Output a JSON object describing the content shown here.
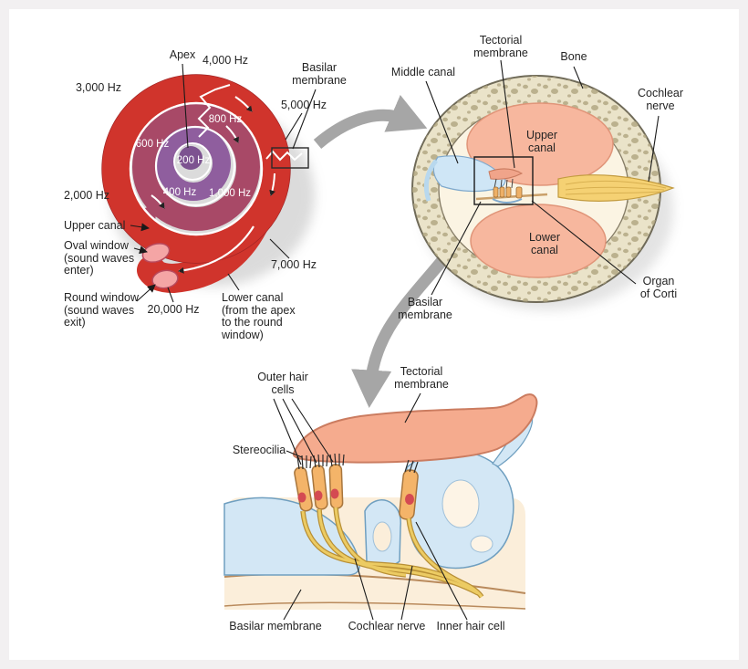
{
  "figure": {
    "title_hidden": "",
    "background": "#ffffff"
  },
  "spiral": {
    "apex": "Apex",
    "hz_4000": "4,000 Hz",
    "hz_3000": "3,000 Hz",
    "hz_2000": "2,000 Hz",
    "hz_5000": "5,000 Hz",
    "hz_7000": "7,000 Hz",
    "hz_20000": "20,000 Hz",
    "hz_800": "800 Hz",
    "hz_600": "600 Hz",
    "hz_200": "200 Hz",
    "hz_400": "400 Hz",
    "hz_1000": "1,000 Hz",
    "basilar_membrane": "Basilar\nmembrane",
    "upper_canal": "Upper canal",
    "oval_window": "Oval window\n(sound waves\nenter)",
    "round_window": "Round window\n(sound waves\nexit)",
    "lower_canal": "Lower canal\n(from the apex\nto the round\nwindow)"
  },
  "cross_section": {
    "tectorial_membrane": "Tectorial\nmembrane",
    "bone": "Bone",
    "middle_canal": "Middle canal",
    "cochlear_nerve": "Cochlear\nnerve",
    "upper_canal": "Upper\ncanal",
    "lower_canal": "Lower\ncanal",
    "basilar_membrane": "Basilar\nmembrane",
    "organ_of_corti": "Organ\nof Corti"
  },
  "detail": {
    "outer_hair_cells": "Outer hair\ncells",
    "tectorial_membrane": "Tectorial\nmembrane",
    "stereocilia": "Stereocilia",
    "basilar_membrane": "Basilar membrane",
    "cochlear_nerve": "Cochlear nerve",
    "inner_hair_cell": "Inner hair cell"
  },
  "colors": {
    "spiral_red": "#d0342c",
    "spiral_maroon": "#a84967",
    "spiral_purple": "#8f5e9e",
    "window_pink": "#f4a5a5",
    "bone_tan": "#eae3c9",
    "bone_speckle": "#b3a884",
    "canal_salmon": "#f7b79e",
    "canal_blue": "#cfe6f6",
    "nerve_yellow": "#f5d173",
    "membrane_salmon": "#f5ab8e",
    "hair_cell_orange": "#f4b469",
    "nucleus_red": "#d44a52",
    "detail_blue": "#d3e7f5",
    "detail_cream": "#fbeeda",
    "arrow_gray": "#a6a6a6"
  }
}
